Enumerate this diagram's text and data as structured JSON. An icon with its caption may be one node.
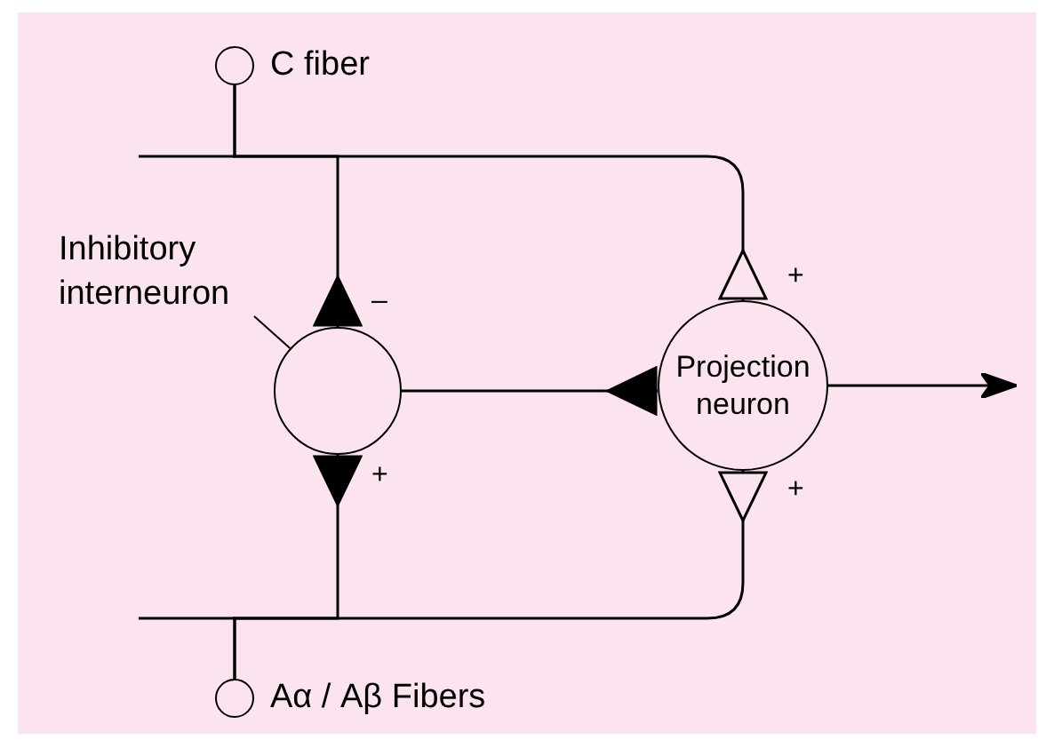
{
  "diagram": {
    "nodes": [
      {
        "text": [],
        "shape": "circle",
        "beside": [
          "C fiber"
        ]
      },
      {
        "text": [
          "Inhibitory interneuron"
        ]
      },
      {
        "text": [],
        "shape": "circle"
      },
      {
        "text": [
          "Projection neuron"
        ]
      },
      {
        "text": [],
        "shape": "circle",
        "beside": [
          "Aα / Aβ Fibers"
        ]
      }
    ],
    "edges": [
      {
        "from": 0,
        "to": 2,
        "arrow": "other",
        "label": "–"
      },
      {
        "from": 0,
        "to": 3,
        "arrow": "other",
        "label": "+"
      },
      {
        "from": 1,
        "to": 2,
        "arrow": "none"
      },
      {
        "from": 2,
        "to": 3,
        "arrow": "other"
      },
      {
        "from": 4,
        "to": 2,
        "arrow": "other",
        "label": "+"
      },
      {
        "from": 4,
        "to": 3,
        "arrow": "other",
        "label": "+"
      },
      {
        "from": 3,
        "to": null,
        "arrow": "to"
      }
    ]
  }
}
